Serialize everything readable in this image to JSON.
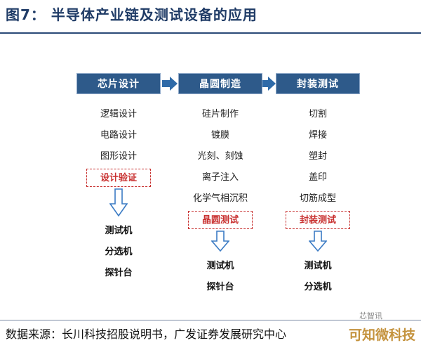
{
  "figure": {
    "label": "图7：",
    "title": "半导体产业链及测试设备的应用"
  },
  "stages": [
    {
      "name": "芯片设计",
      "steps": [
        "逻辑设计",
        "电路设计",
        "图形设计"
      ],
      "test": "设计验证",
      "equipment": [
        "测试机",
        "分选机",
        "探针台"
      ]
    },
    {
      "name": "晶圆制造",
      "steps": [
        "硅片制作",
        "镀膜",
        "光刻、刻蚀",
        "离子注入",
        "化学气相沉积"
      ],
      "test": "晶圆测试",
      "equipment": [
        "测试机",
        "探针台"
      ]
    },
    {
      "name": "封装测试",
      "steps": [
        "切割",
        "焊接",
        "塑封",
        "盖印",
        "切筋成型"
      ],
      "test": "封装测试",
      "equipment": [
        "测试机",
        "分选机"
      ]
    }
  ],
  "source": "数据来源：长川科技招股说明书，广发证券发展研究中心",
  "watermark": "芯智讯",
  "watermark_brand": "可知微科技",
  "colors": {
    "stage_fill": "#2e5a8a",
    "arrow_fill": "#2e6aa8",
    "test_border": "#c8302f",
    "title": "#1f3b66"
  }
}
